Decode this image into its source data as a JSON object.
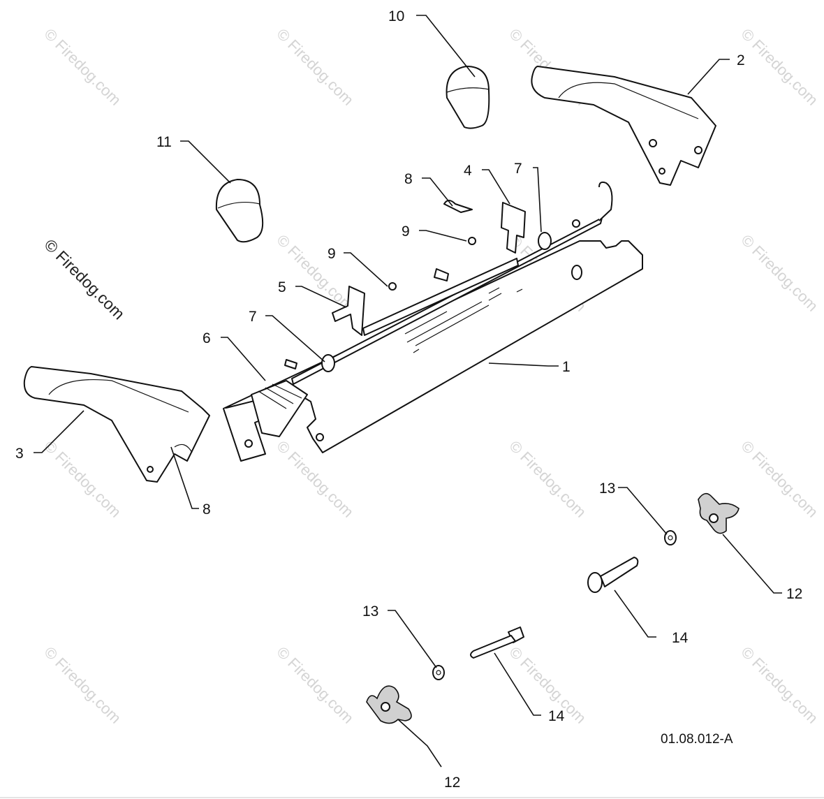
{
  "diagram": {
    "reference_code": "01.08.012-A",
    "watermark_main": "© Firedog.com",
    "watermark_faint": "© Firedog.com",
    "callouts": {
      "c1": "1",
      "c2": "2",
      "c3": "3",
      "c4": "4",
      "c5": "5",
      "c6": "6",
      "c7a": "7",
      "c7b": "7",
      "c8a": "8",
      "c8b": "8",
      "c9a": "9",
      "c9b": "9",
      "c10": "10",
      "c11": "11",
      "c12a": "12",
      "c12b": "12",
      "c13a": "13",
      "c13b": "13",
      "c14a": "14",
      "c14b": "14"
    }
  }
}
